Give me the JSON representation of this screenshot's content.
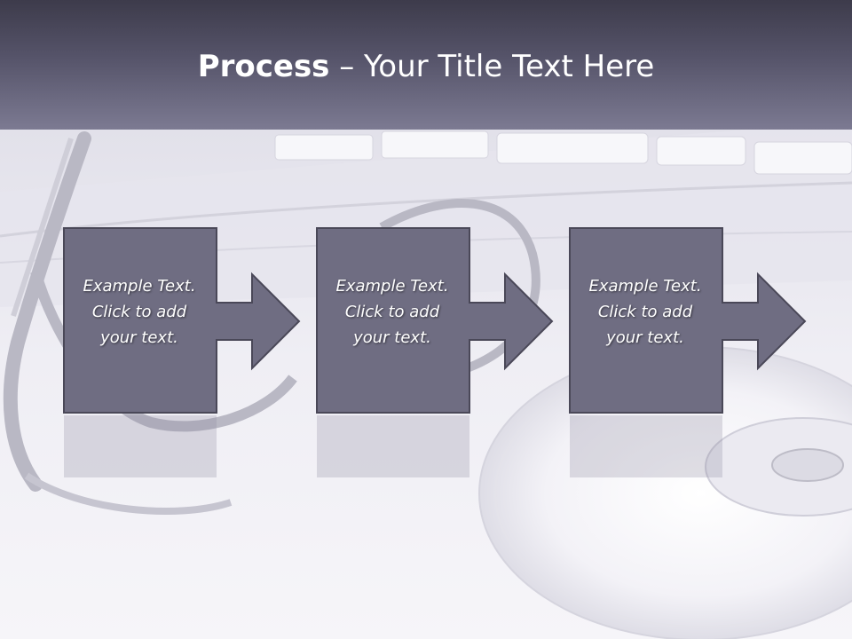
{
  "slide": {
    "title_strong": "Process",
    "title_rest": " – Your Title Text Here"
  },
  "colors": {
    "header_dark": "#3d3b4b",
    "header_light": "#7c7a92",
    "shape_fill": "#6f6d82",
    "shape_stroke": "#4a4858",
    "text": "#ffffff"
  },
  "steps": [
    {
      "line1": "Example Text.",
      "line2": "Click  to add",
      "line3": "your text."
    },
    {
      "line1": "Example Text.",
      "line2": "Click  to add",
      "line3": "your text."
    },
    {
      "line1": "Example Text.",
      "line2": "Click  to add",
      "line3": "your text."
    }
  ]
}
